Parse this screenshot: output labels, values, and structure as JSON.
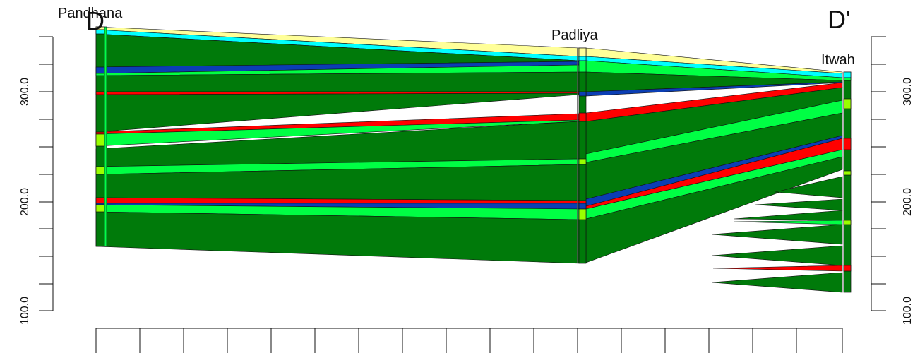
{
  "section": {
    "start_label": "D",
    "end_label": "D'"
  },
  "wells": [
    {
      "name": "Pandhana"
    },
    {
      "name": "Padliya"
    },
    {
      "name": "Itwah"
    }
  ],
  "elevation_axis": {
    "ticks": [
      "100.0",
      "200.0",
      "300.0"
    ],
    "grid": false
  },
  "colors": {
    "clay_dark_green": "#007A0A",
    "sand_bright_green": "#00FF44",
    "gravel_yellow_green": "#99FF00",
    "blue_layer": "#0B3EB4",
    "red_layer": "#FF0000",
    "cyan_layer": "#00FFFF",
    "topsoil_yellow": "#FFFF99",
    "outline": "#111111"
  }
}
